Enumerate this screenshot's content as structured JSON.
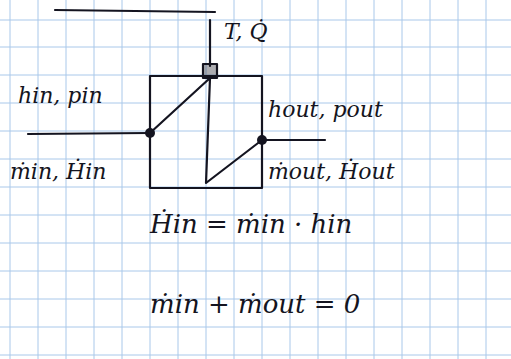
{
  "diagram": {
    "labels": [
      "hin, pin",
      "ṁin, Ḣin",
      "T, Q̇",
      "hout, pout",
      "ṁout, Ḣout",
      "Ḣin = ṁin · hin",
      "ṁin + ṁout = 0"
    ]
  }
}
